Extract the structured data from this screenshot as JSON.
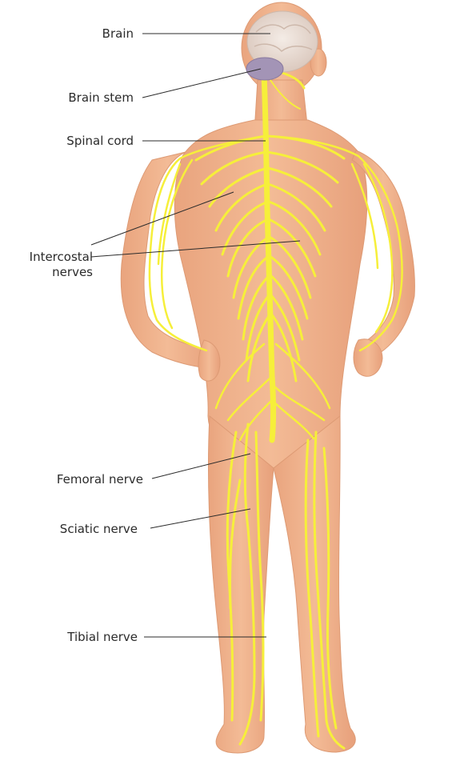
{
  "colors": {
    "skin": "#f0b58f",
    "skin_shadow": "#e39f78",
    "nerve": "#f6ef3a",
    "brain": "#ece0d8",
    "brain_stem": "#a394b6",
    "leader_line": "#2b2b2b"
  },
  "labels": {
    "brain": "Brain",
    "brain_stem": "Brain stem",
    "spinal_cord": "Spinal cord",
    "intercostal_1": "Intercostal",
    "intercostal_2": "nerves",
    "femoral": "Femoral nerve",
    "sciatic": "Sciatic nerve",
    "tibial": "Tibial nerve"
  }
}
